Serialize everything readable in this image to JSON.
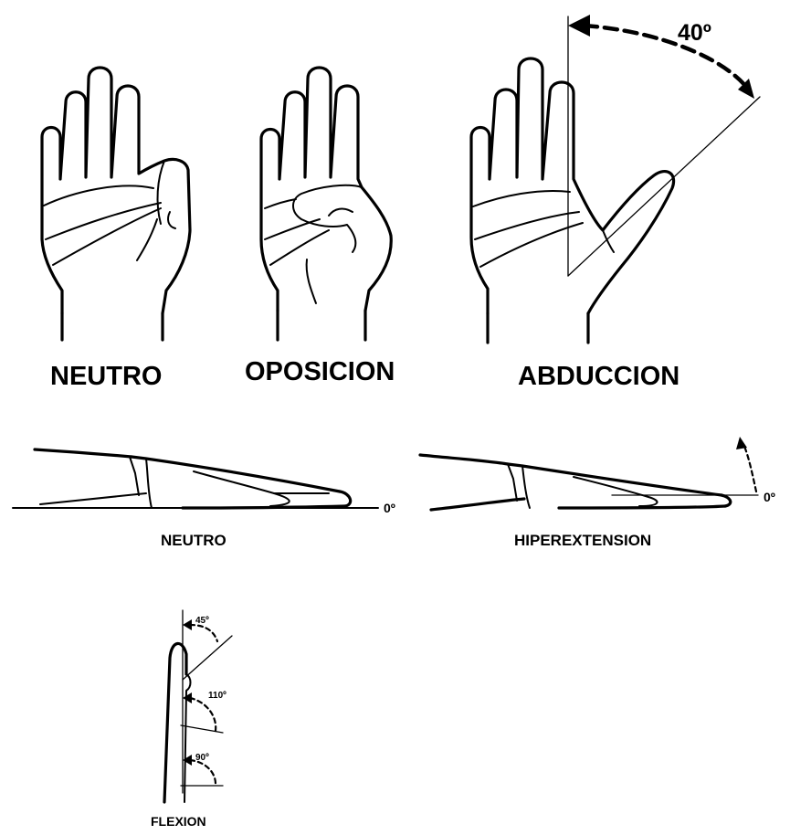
{
  "palm_views": {
    "neutro_label": "NEUTRO",
    "oposicion_label": "OPOSICION",
    "abduccion_label": "ABDUCCION",
    "abduccion_angle": "40º"
  },
  "side_views": {
    "neutro_label": "NEUTRO",
    "neutro_angle": "0º",
    "hiperextension_label": "HIPEREXTENSION",
    "hiperextension_angle": "0º"
  },
  "flexion_view": {
    "label": "FLEXION",
    "angle_distal": "45º",
    "angle_middle": "110º",
    "angle_proximal": "90º"
  }
}
